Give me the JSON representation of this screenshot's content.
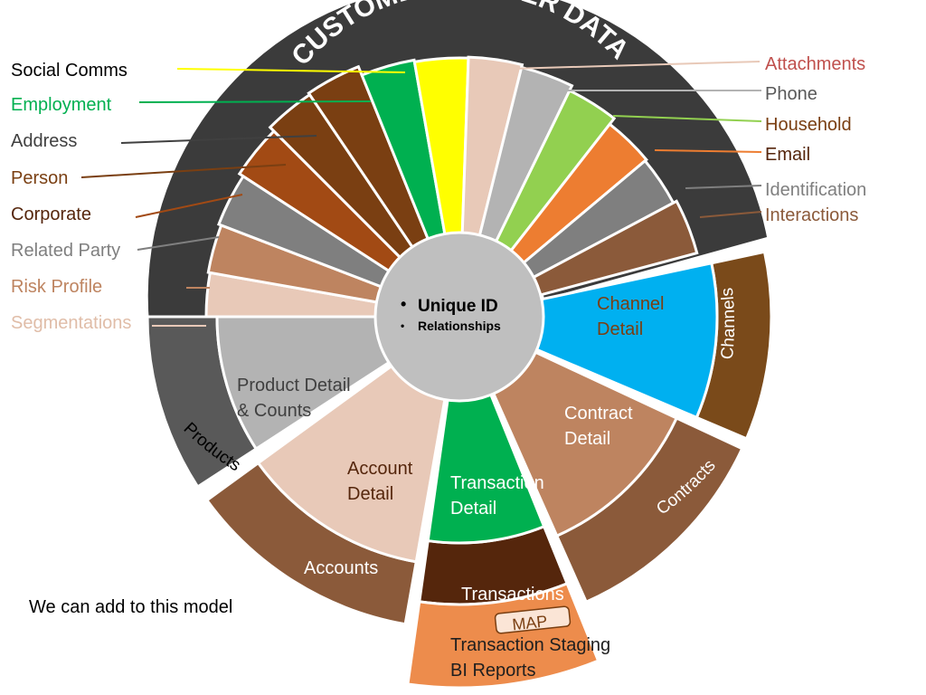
{
  "title": "CUSTOMER MASTER DATA",
  "center": {
    "primary": "Unique ID",
    "secondary": "Relationships"
  },
  "colors": {
    "ring_dark": "#3b3b3b",
    "social_comms": "#ffff00",
    "employment": "#00b050",
    "address": "#7a3f12",
    "person": "#7a3f12",
    "corporate": "#a24a14",
    "related_party": "#7f7f7f",
    "risk_profile": "#be8460",
    "segmentations": "#e8c9b8",
    "attachments": "#e8c9b8",
    "phone": "#b3b3b3",
    "household": "#92d050",
    "email": "#ed7d31",
    "identification": "#7f7f7f",
    "interactions": "#8b5a3a",
    "channel_detail": "#00b0f0",
    "channels": "#7a4a1a",
    "contract_detail": "#be8460",
    "contracts": "#8b5a3a",
    "transaction_detail": "#00b050",
    "transactions": "#55260c",
    "transaction_staging": "#ed8c4c",
    "account_detail": "#e8c9b8",
    "accounts": "#8b5a3a",
    "product_detail": "#b3b3b3",
    "products": "#595959",
    "center": "#bfbfbf"
  },
  "left_labels": {
    "social_comms": "Social Comms",
    "employment": "Employment",
    "address": "Address",
    "person": "Person",
    "corporate": "Corporate",
    "related_party": "Related Party",
    "risk_profile": "Risk Profile",
    "segmentations": "Segmentations"
  },
  "right_labels": {
    "attachments": "Attachments",
    "phone": "Phone",
    "household": "Household",
    "email": "Email",
    "identification": "Identification",
    "interactions": "Interactions"
  },
  "segments": {
    "channel_detail": "Channel Detail",
    "channels": "Channels",
    "contract_detail": "Contract Detail",
    "contracts": "Contracts",
    "transaction_detail": "Transaction Detail",
    "transactions": "Transactions",
    "map": "MAP",
    "transaction_staging_1": "Transaction Staging",
    "transaction_staging_2": "BI Reports",
    "account_detail": "Account Detail",
    "accounts": "Accounts",
    "product_detail": "Product Detail & Counts",
    "products": "Products"
  },
  "footnote": "We can add to this model"
}
